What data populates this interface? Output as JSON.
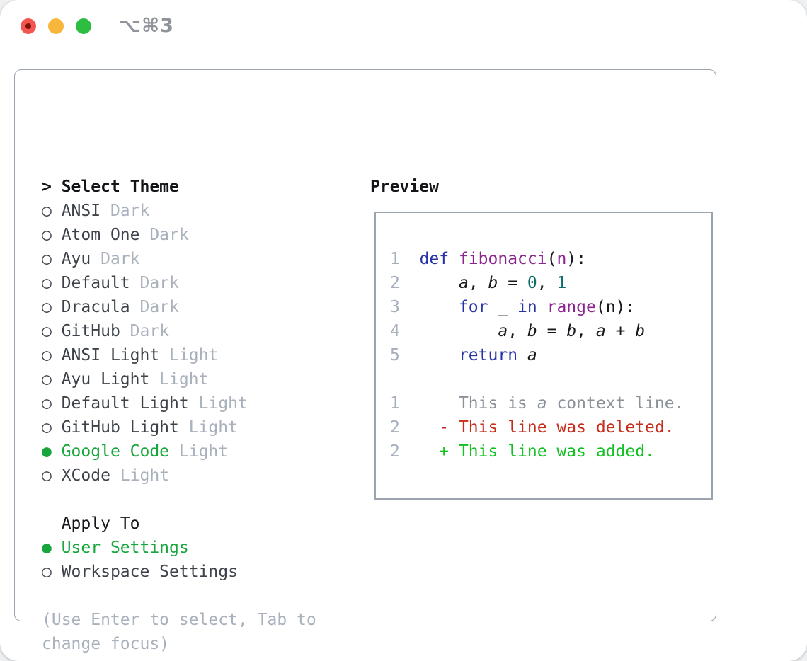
{
  "window": {
    "title": "⌥⌘3",
    "traffic_lights": [
      {
        "name": "close",
        "color": "#f2564e",
        "has_dot": true
      },
      {
        "name": "minimize",
        "color": "#f6b73c",
        "has_dot": false
      },
      {
        "name": "zoom",
        "color": "#2dbe41",
        "has_dot": false
      }
    ]
  },
  "colors": {
    "traffic_red": "#f2564e",
    "traffic_red_dot": "#7e130c",
    "traffic_yellow": "#f6b73c",
    "traffic_green": "#2dbe41",
    "border_gray": "#9ba3ae",
    "text_dark": "#3d424a",
    "muted_gray": "#a9b1bd",
    "selection_green": "#17a63b",
    "line_number": "#a5aebc",
    "keyword_blue": "#2634a6",
    "function_purple": "#8c2490",
    "number_teal": "#0c6d6d",
    "context_gray": "#8b9199",
    "deleted_red": "#c62d1b",
    "added_green": "#13c123"
  },
  "theme_selector": {
    "header_marker": ">",
    "header": "Select Theme",
    "radio_unselected": "○",
    "radio_selected": "●",
    "items": [
      {
        "name": "ANSI",
        "variant": "Dark",
        "selected": false
      },
      {
        "name": "Atom One",
        "variant": "Dark",
        "selected": false
      },
      {
        "name": "Ayu",
        "variant": "Dark",
        "selected": false
      },
      {
        "name": "Default",
        "variant": "Dark",
        "selected": false
      },
      {
        "name": "Dracula",
        "variant": "Dark",
        "selected": false
      },
      {
        "name": "GitHub",
        "variant": "Dark",
        "selected": false
      },
      {
        "name": "ANSI Light",
        "variant": "Light",
        "selected": false
      },
      {
        "name": "Ayu Light",
        "variant": "Light",
        "selected": false
      },
      {
        "name": "Default Light",
        "variant": "Light",
        "selected": false
      },
      {
        "name": "GitHub Light",
        "variant": "Light",
        "selected": false
      },
      {
        "name": "Google Code",
        "variant": "Light",
        "selected": true
      },
      {
        "name": "XCode",
        "variant": "Light",
        "selected": false
      }
    ],
    "apply_to": {
      "header": "Apply To",
      "options": [
        {
          "label": "User Settings",
          "selected": true
        },
        {
          "label": "Workspace Settings",
          "selected": false
        }
      ]
    },
    "help_lines": [
      "(Use Enter to select, Tab to",
      "change focus)"
    ]
  },
  "preview": {
    "header": "Preview",
    "lines": [
      {
        "name": "code-line-1",
        "ln": "1",
        "tokens": [
          {
            "t": "def ",
            "c": "kw"
          },
          {
            "t": "fibonacci",
            "c": "fn"
          },
          {
            "t": "(",
            "c": "p"
          },
          {
            "t": "n",
            "c": "fn"
          },
          {
            "t": "):",
            "c": "p"
          }
        ]
      },
      {
        "name": "code-line-2",
        "ln": "2",
        "tokens": [
          {
            "t": "    ",
            "c": "p"
          },
          {
            "t": "a",
            "c": "v"
          },
          {
            "t": ", ",
            "c": "p"
          },
          {
            "t": "b",
            "c": "v"
          },
          {
            "t": " = ",
            "c": "p"
          },
          {
            "t": "0",
            "c": "num"
          },
          {
            "t": ", ",
            "c": "p"
          },
          {
            "t": "1",
            "c": "num"
          }
        ]
      },
      {
        "name": "code-line-3",
        "ln": "3",
        "tokens": [
          {
            "t": "    ",
            "c": "p"
          },
          {
            "t": "for",
            "c": "kw"
          },
          {
            "t": " _ ",
            "c": "p"
          },
          {
            "t": "in",
            "c": "kw"
          },
          {
            "t": " ",
            "c": "p"
          },
          {
            "t": "range",
            "c": "fn"
          },
          {
            "t": "(n):",
            "c": "p"
          }
        ]
      },
      {
        "name": "code-line-4",
        "ln": "4",
        "tokens": [
          {
            "t": "        ",
            "c": "p"
          },
          {
            "t": "a",
            "c": "v"
          },
          {
            "t": ", ",
            "c": "p"
          },
          {
            "t": "b",
            "c": "v"
          },
          {
            "t": " = ",
            "c": "p"
          },
          {
            "t": "b",
            "c": "v"
          },
          {
            "t": ", ",
            "c": "p"
          },
          {
            "t": "a",
            "c": "v"
          },
          {
            "t": " + ",
            "c": "p"
          },
          {
            "t": "b",
            "c": "v"
          }
        ]
      },
      {
        "name": "code-line-5",
        "ln": "5",
        "tokens": [
          {
            "t": "    ",
            "c": "p"
          },
          {
            "t": "return",
            "c": "kw"
          },
          {
            "t": " ",
            "c": "p"
          },
          {
            "t": "a",
            "c": "v"
          }
        ]
      },
      {
        "name": "blank-line",
        "ln": "",
        "tokens": []
      },
      {
        "name": "diff-context-line",
        "ln": "1",
        "tokens": [
          {
            "t": "    ",
            "c": "p"
          },
          {
            "t": "This is ",
            "c": "ctx"
          },
          {
            "t": "a",
            "c": "ctxv"
          },
          {
            "t": " context line.",
            "c": "ctx"
          }
        ]
      },
      {
        "name": "diff-deleted-line",
        "ln": "2",
        "tokens": [
          {
            "t": "  ",
            "c": "p"
          },
          {
            "t": "- This line was deleted.",
            "c": "del"
          }
        ]
      },
      {
        "name": "diff-added-line",
        "ln": "2",
        "tokens": [
          {
            "t": "  ",
            "c": "p"
          },
          {
            "t": "+ This line was added.",
            "c": "add"
          }
        ]
      }
    ]
  }
}
